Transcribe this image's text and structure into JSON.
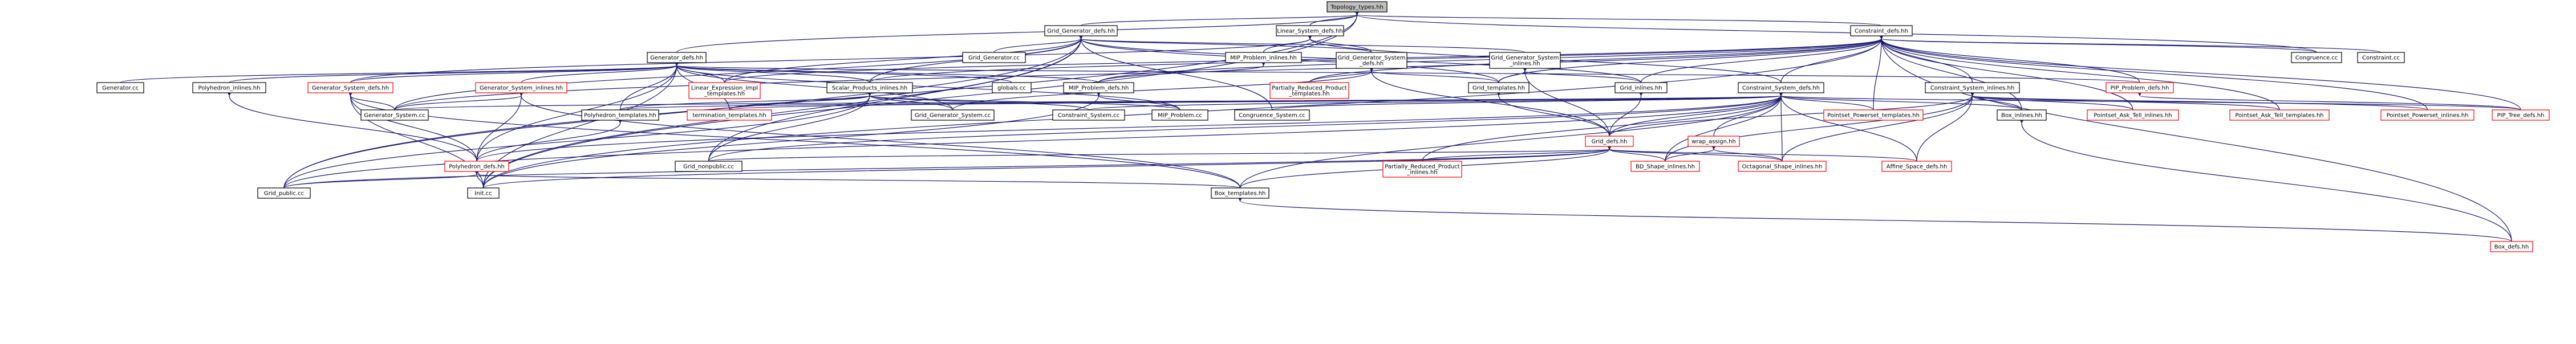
{
  "graph": {
    "type": "include-dependency-graph",
    "edge_color": "#191970",
    "missing_border_color": "#ff0000",
    "root_fill_color": "#bfbfbf",
    "nodes": [
      {
        "id": "topology_types",
        "lines": [
          "Topology_types.hh"
        ],
        "kind": "root"
      },
      {
        "id": "grid_generator_defs",
        "lines": [
          "Grid_Generator_defs.hh"
        ],
        "kind": "normal"
      },
      {
        "id": "linear_system_defs",
        "lines": [
          "Linear_System_defs.hh"
        ],
        "kind": "normal"
      },
      {
        "id": "constraint_defs",
        "lines": [
          "Constraint_defs.hh"
        ],
        "kind": "normal"
      },
      {
        "id": "grid_generator_cc",
        "lines": [
          "Grid_Generator.cc"
        ],
        "kind": "normal"
      },
      {
        "id": "generator_defs",
        "lines": [
          "Generator_defs.hh"
        ],
        "kind": "normal"
      },
      {
        "id": "mip_problem_inlines",
        "lines": [
          "MIP_Problem_inlines.hh"
        ],
        "kind": "normal"
      },
      {
        "id": "grid_generator_system_defs",
        "lines": [
          "Grid_Generator_System",
          "_defs.hh"
        ],
        "kind": "normal"
      },
      {
        "id": "grid_generator_system_inlines",
        "lines": [
          "Grid_Generator_System",
          "_inlines.hh"
        ],
        "kind": "normal"
      },
      {
        "id": "congruence_cc",
        "lines": [
          "Congruence.cc"
        ],
        "kind": "normal"
      },
      {
        "id": "constraint_cc",
        "lines": [
          "Constraint.cc"
        ],
        "kind": "normal"
      },
      {
        "id": "generator_cc",
        "lines": [
          "Generator.cc"
        ],
        "kind": "normal"
      },
      {
        "id": "polyhedron_inlines",
        "lines": [
          "Polyhedron_inlines.hh"
        ],
        "kind": "normal"
      },
      {
        "id": "generator_system_defs",
        "lines": [
          "Generator_System_defs.hh"
        ],
        "kind": "missing"
      },
      {
        "id": "generator_system_inlines",
        "lines": [
          "Generator_System_inlines.hh"
        ],
        "kind": "missing"
      },
      {
        "id": "linear_expression_impl_templates",
        "lines": [
          "Linear_Expression_Impl",
          "_templates.hh"
        ],
        "kind": "missing"
      },
      {
        "id": "scalar_products_inlines",
        "lines": [
          "Scalar_Products_inlines.hh"
        ],
        "kind": "normal"
      },
      {
        "id": "globals_cc",
        "lines": [
          "globals.cc"
        ],
        "kind": "normal"
      },
      {
        "id": "mip_problem_defs",
        "lines": [
          "MIP_Problem_defs.hh"
        ],
        "kind": "normal"
      },
      {
        "id": "partially_reduced_product_templates",
        "lines": [
          "Partially_Reduced_Product",
          "_templates.hh"
        ],
        "kind": "missing"
      },
      {
        "id": "grid_templates",
        "lines": [
          "Grid_templates.hh"
        ],
        "kind": "normal"
      },
      {
        "id": "grid_inlines",
        "lines": [
          "Grid_inlines.hh"
        ],
        "kind": "normal"
      },
      {
        "id": "constraint_system_defs",
        "lines": [
          "Constraint_System_defs.hh"
        ],
        "kind": "normal"
      },
      {
        "id": "constraint_system_inlines",
        "lines": [
          "Constraint_System_inlines.hh"
        ],
        "kind": "normal"
      },
      {
        "id": "pip_problem_defs",
        "lines": [
          "PIP_Problem_defs.hh"
        ],
        "kind": "missing"
      },
      {
        "id": "generator_system_cc",
        "lines": [
          "Generator_System.cc"
        ],
        "kind": "normal"
      },
      {
        "id": "polyhedron_templates",
        "lines": [
          "Polyhedron_templates.hh"
        ],
        "kind": "normal"
      },
      {
        "id": "termination_templates",
        "lines": [
          "termination_templates.hh"
        ],
        "kind": "missing"
      },
      {
        "id": "grid_generator_system_cc",
        "lines": [
          "Grid_Generator_System.cc"
        ],
        "kind": "normal"
      },
      {
        "id": "constraint_system_cc",
        "lines": [
          "Constraint_System.cc"
        ],
        "kind": "normal"
      },
      {
        "id": "mip_problem_cc",
        "lines": [
          "MIP_Problem.cc"
        ],
        "kind": "normal"
      },
      {
        "id": "congruence_system_cc",
        "lines": [
          "Congruence_System.cc"
        ],
        "kind": "normal"
      },
      {
        "id": "pointset_powerset_templates",
        "lines": [
          "Pointset_Powerset_templates.hh"
        ],
        "kind": "missing"
      },
      {
        "id": "box_inlines",
        "lines": [
          "Box_inlines.hh"
        ],
        "kind": "normal"
      },
      {
        "id": "pointset_ask_tell_inlines",
        "lines": [
          "Pointset_Ask_Tell_inlines.hh"
        ],
        "kind": "missing"
      },
      {
        "id": "pointset_ask_tell_templates",
        "lines": [
          "Pointset_Ask_Tell_templates.hh"
        ],
        "kind": "missing"
      },
      {
        "id": "pointset_powerset_inlines",
        "lines": [
          "Pointset_Powerset_inlines.hh"
        ],
        "kind": "missing"
      },
      {
        "id": "pip_tree_defs",
        "lines": [
          "PIP_Tree_defs.hh"
        ],
        "kind": "missing"
      },
      {
        "id": "grid_defs",
        "lines": [
          "Grid_defs.hh"
        ],
        "kind": "missing"
      },
      {
        "id": "wrap_assign",
        "lines": [
          "wrap_assign.hh"
        ],
        "kind": "missing"
      },
      {
        "id": "grid_nonpublic_cc",
        "lines": [
          "Grid_nonpublic.cc"
        ],
        "kind": "normal"
      },
      {
        "id": "polyhedron_defs",
        "lines": [
          "Polyhedron_defs.hh"
        ],
        "kind": "missing"
      },
      {
        "id": "partially_reduced_product_inlines",
        "lines": [
          "Partially_Reduced_Product",
          "_inlines.hh"
        ],
        "kind": "missing"
      },
      {
        "id": "bd_shape_inlines",
        "lines": [
          "BD_Shape_inlines.hh"
        ],
        "kind": "missing"
      },
      {
        "id": "octagonal_shape_inlines",
        "lines": [
          "Octagonal_Shape_inlines.hh"
        ],
        "kind": "missing"
      },
      {
        "id": "affine_space_defs",
        "lines": [
          "Affine_Space_defs.hh"
        ],
        "kind": "missing"
      },
      {
        "id": "grid_public_cc",
        "lines": [
          "Grid_public.cc"
        ],
        "kind": "normal"
      },
      {
        "id": "init_cc",
        "lines": [
          "Init.cc"
        ],
        "kind": "normal"
      },
      {
        "id": "box_templates",
        "lines": [
          "Box_templates.hh"
        ],
        "kind": "normal"
      },
      {
        "id": "box_defs",
        "lines": [
          "Box_defs.hh"
        ],
        "kind": "missing"
      }
    ]
  }
}
